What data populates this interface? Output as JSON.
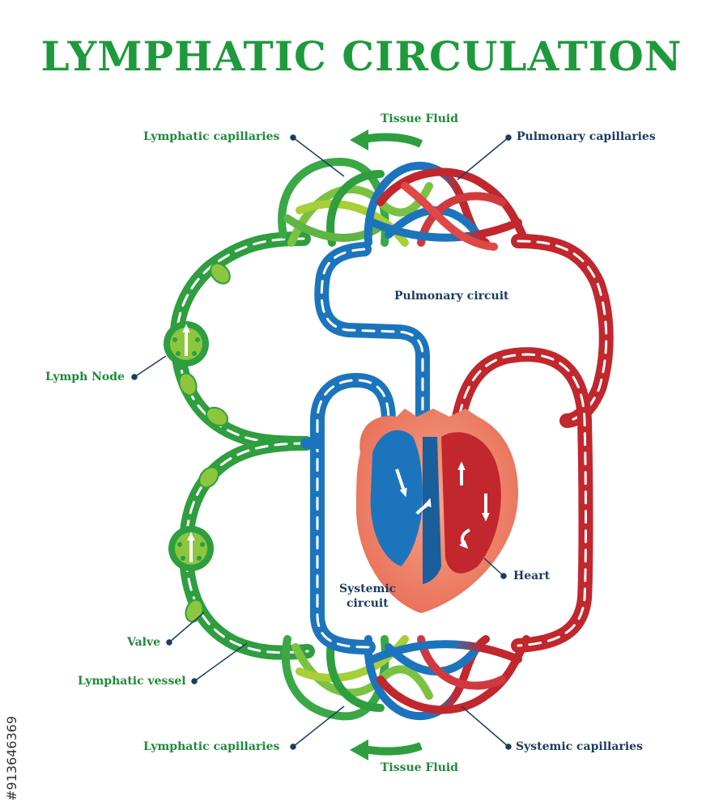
{
  "title": "LYMPHATIC CIRCULATION",
  "labels": {
    "tissue_fluid_top": "Tissue Fluid",
    "tissue_fluid_bottom": "Tissue Fluid",
    "lymphatic_capillaries_top": "Lymphatic capillaries",
    "lymphatic_capillaries_bottom": "Lymphatic capillaries",
    "pulmonary_capillaries": "Pulmonary capillaries",
    "pulmonary_circuit": "Pulmonary circuit",
    "lymph_node": "Lymph Node",
    "heart": "Heart",
    "systemic_circuit_line1": "Systemic",
    "systemic_circuit_line2": "circuit",
    "valve": "Valve",
    "lymphatic_vessel": "Lymphatic vessel",
    "systemic_capillaries": "Systemic capillaries"
  },
  "watermark_id": "#913646369",
  "colors": {
    "lymph_green": "#2e9e3f",
    "lymph_light": "#8cc63f",
    "vein_blue": "#1c75bc",
    "artery_red": "#c1272d",
    "heart_salmon": "#ef8a6a",
    "label_green": "#1f8a3a",
    "label_navy": "#1b3b5f"
  }
}
